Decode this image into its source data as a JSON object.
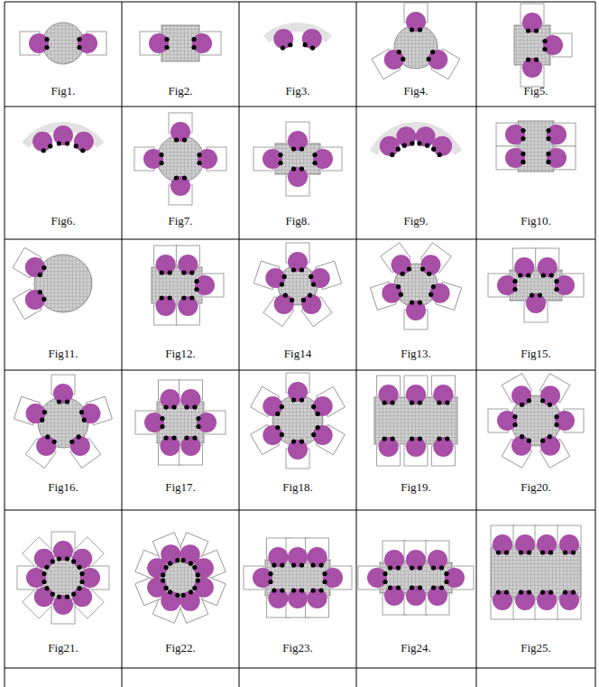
{
  "diagram": {
    "labels": [
      "Fig1.",
      "Fig2.",
      "Fig3.",
      "Fig4.",
      "Fig5.",
      "Fig6.",
      "Fig7.",
      "Fig8.",
      "Fig9.",
      "Fig10.",
      "Fig11.",
      "Fig12.",
      "Fig14",
      "Fig13.",
      "Fig15.",
      "Fig16.",
      "Fig17.",
      "Fig18.",
      "Fig19.",
      "Fig20.",
      "Fig21.",
      "Fig22.",
      "Fig23.",
      "Fig24.",
      "Fig25."
    ]
  }
}
